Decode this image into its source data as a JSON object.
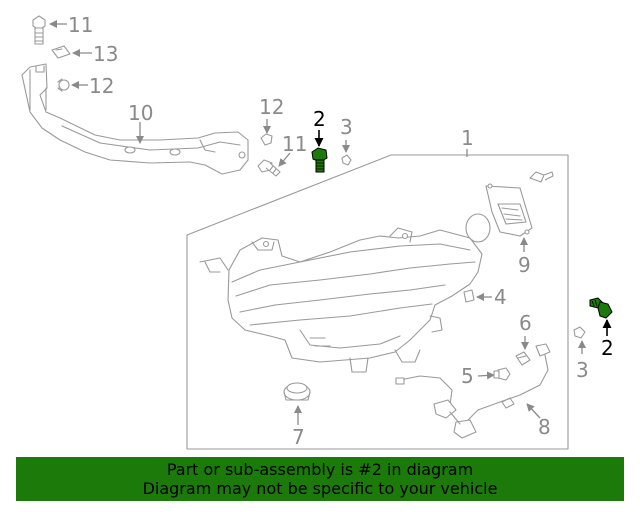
{
  "diagram": {
    "callouts": {
      "c11_top": "11",
      "c13": "13",
      "c12_top": "12",
      "c10": "10",
      "c12_mid": "12",
      "c2_mid": "2",
      "c3_mid": "3",
      "c11_mid": "11",
      "c1": "1",
      "c9": "9",
      "c4": "4",
      "c6": "6",
      "c5": "5",
      "c7": "7",
      "c8": "8",
      "c2_right": "2",
      "c3_right": "3"
    },
    "highlight_color": "#1c7a0b"
  },
  "banner": {
    "line1": "Part or sub-assembly is #2 in diagram",
    "line2": "Diagram may not be specific to your vehicle",
    "background": "#1c7a0b"
  }
}
